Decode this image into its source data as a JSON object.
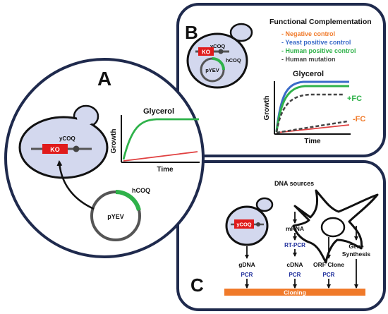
{
  "panel_a": {
    "letter": "A",
    "gene_label": "yCOQ",
    "ko_label": "KO",
    "chart_title": "Glycerol",
    "ylabel": "Growth",
    "xlabel": "Time",
    "plasmid_gene_label": "hCOQ",
    "plasmid_label": "pYEV"
  },
  "panel_b": {
    "letter": "B",
    "title": "Functional Complementation",
    "gene_label": "yCOQ",
    "ko_label": "KO",
    "plasmid_gene_label": "hCOQ",
    "plasmid_label": "pYEV",
    "chart_title": "Glycerol",
    "ylabel": "Growth",
    "xlabel": "Time",
    "fc_plus_label": "+FC",
    "fc_minus_label": "-FC",
    "legend": [
      {
        "label": "- Negative control",
        "color": "#f07a2a"
      },
      {
        "label": "- Yeast positive control",
        "color": "#3a6bc8"
      },
      {
        "label": "- Human positive control",
        "color": "#2fb24a"
      },
      {
        "label": "- Human mutation",
        "color": "#444444"
      }
    ]
  },
  "panel_c": {
    "letter": "C",
    "title": "DNA sources",
    "gene_label": "yCOQ",
    "col_gdna": {
      "source": "gDNA",
      "method": "PCR"
    },
    "col_cdna": {
      "top": "mRNA",
      "rt": "RT-PCR",
      "source": "cDNA",
      "method": "PCR"
    },
    "col_orf": {
      "source": "ORF Clone",
      "method": "PCR"
    },
    "col_synth": {
      "line1": "Gene",
      "line2": "Synthesis"
    },
    "cloning_label": "Cloning"
  },
  "colors": {
    "ko_red": "#e01b1b",
    "human_green": "#2fb24a",
    "yeast_blue": "#3a6bc8",
    "negative_orange": "#f07a2a",
    "pcr_blue": "#1a2a9a",
    "cloning_bar": "#f07a2a",
    "cell_fill": "#d3d8ee",
    "panel_border": "#1f2a4d"
  }
}
